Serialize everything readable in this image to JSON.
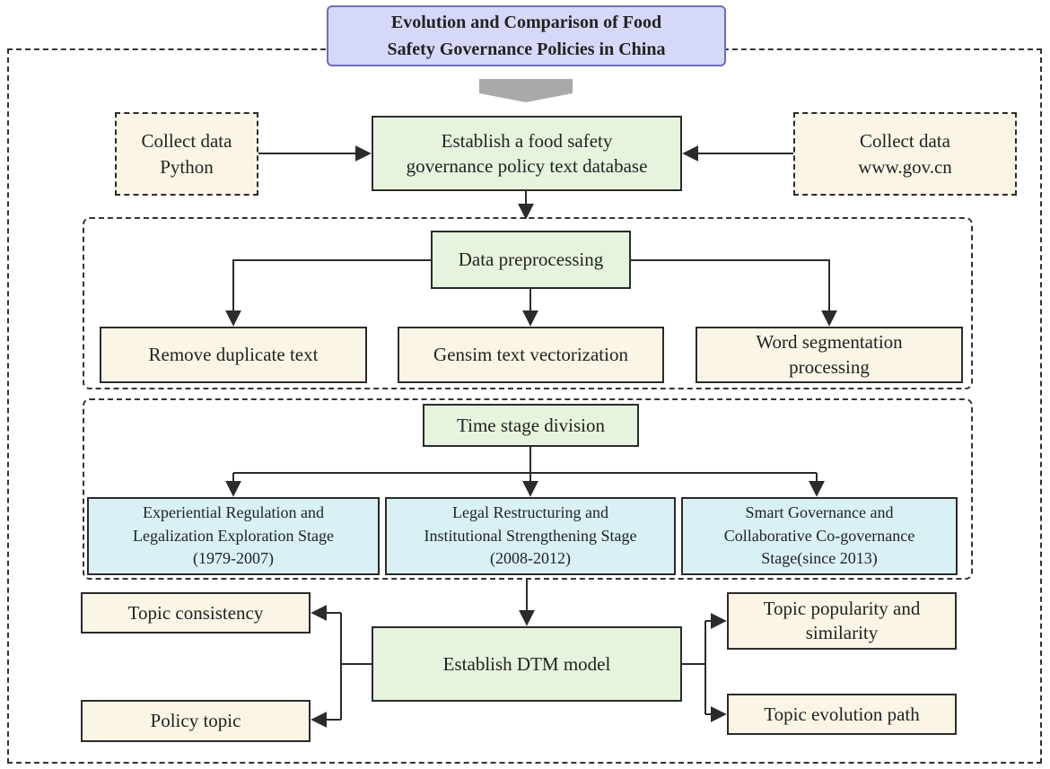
{
  "title": {
    "line1": "Evolution and Comparison of Food",
    "line2": "Safety Governance Policies in China"
  },
  "sources": {
    "left": {
      "line1": "Collect data",
      "line2": "Python"
    },
    "right": {
      "line1": "Collect data",
      "line2": "www.gov.cn"
    }
  },
  "database": {
    "line1": "Establish a food safety",
    "line2": "governance policy text database"
  },
  "preprocessing": {
    "title": "Data preprocessing",
    "steps": [
      {
        "line1": "Remove duplicate text",
        "line2": ""
      },
      {
        "line1": "Gensim text vectorization",
        "line2": ""
      },
      {
        "line1": "Word segmentation",
        "line2": "processing"
      }
    ]
  },
  "stages": {
    "title": "Time stage division",
    "items": [
      {
        "line1": "Experiential Regulation and",
        "line2": "Legalization Exploration Stage",
        "line3": "(1979-2007)"
      },
      {
        "line1": "Legal Restructuring and",
        "line2": "Institutional Strengthening Stage",
        "line3": "(2008-2012)"
      },
      {
        "line1": "Smart Governance and",
        "line2": "Collaborative Co-governance",
        "line3": "Stage(since 2013)"
      }
    ]
  },
  "dtm": {
    "title": "Establish DTM model",
    "left_outputs": [
      "Topic consistency",
      "Policy topic"
    ],
    "right_outputs": [
      {
        "line1": "Topic popularity and",
        "line2": "similarity"
      },
      {
        "line1": "Topic evolution path",
        "line2": ""
      }
    ]
  },
  "colors": {
    "green_box": "#e6f4dd",
    "cream_box": "#fbf5e6",
    "cyan_box": "#d9f1f4",
    "title_box": "#d6d8f9",
    "title_border": "#6b6fb6",
    "line": "#2b2b2b",
    "chevron": "#a9a9a9"
  }
}
